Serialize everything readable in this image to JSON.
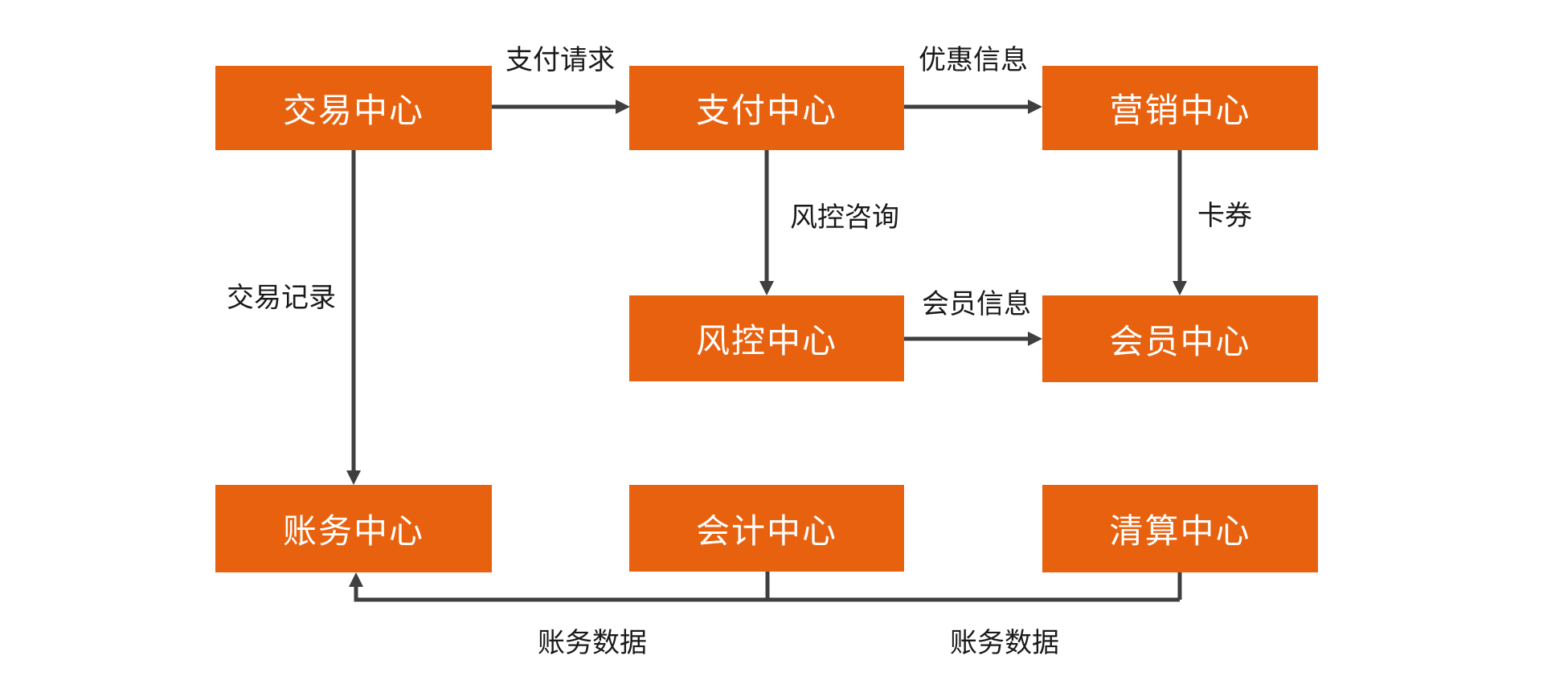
{
  "diagram": {
    "title_hint": "payment platform centers flow diagram",
    "colors": {
      "background": "#ffffff",
      "node_fill": "#E8610F",
      "node_text": "#ffffff",
      "arrow": "#3F3F3F",
      "edge_label_text": "#1A1A1A"
    },
    "nodes": {
      "trade": {
        "label": "交易中心"
      },
      "payment": {
        "label": "支付中心"
      },
      "marketing": {
        "label": "营销中心"
      },
      "risk": {
        "label": "风控中心"
      },
      "member": {
        "label": "会员中心"
      },
      "billing": {
        "label": "账务中心"
      },
      "accounting": {
        "label": "会计中心"
      },
      "clearing": {
        "label": "清算中心"
      }
    },
    "edges": {
      "payment_request": {
        "label": "支付请求",
        "from": "交易中心",
        "to": "支付中心"
      },
      "discount_info": {
        "label": "优惠信息",
        "from": "支付中心",
        "to": "营销中心"
      },
      "risk_consult": {
        "label": "风控咨询",
        "from": "支付中心",
        "to": "风控中心"
      },
      "coupon": {
        "label": "卡券",
        "from": "营销中心",
        "to": "会员中心"
      },
      "member_info": {
        "label": "会员信息",
        "from": "风控中心",
        "to": "会员中心"
      },
      "trade_record": {
        "label": "交易记录",
        "from": "交易中心",
        "to": "账务中心"
      },
      "billing_data_left": {
        "label": "账务数据",
        "from": "会计中心",
        "to": "账务中心"
      },
      "billing_data_right": {
        "label": "账务数据",
        "from": "清算中心",
        "to": "账务中心"
      }
    }
  }
}
